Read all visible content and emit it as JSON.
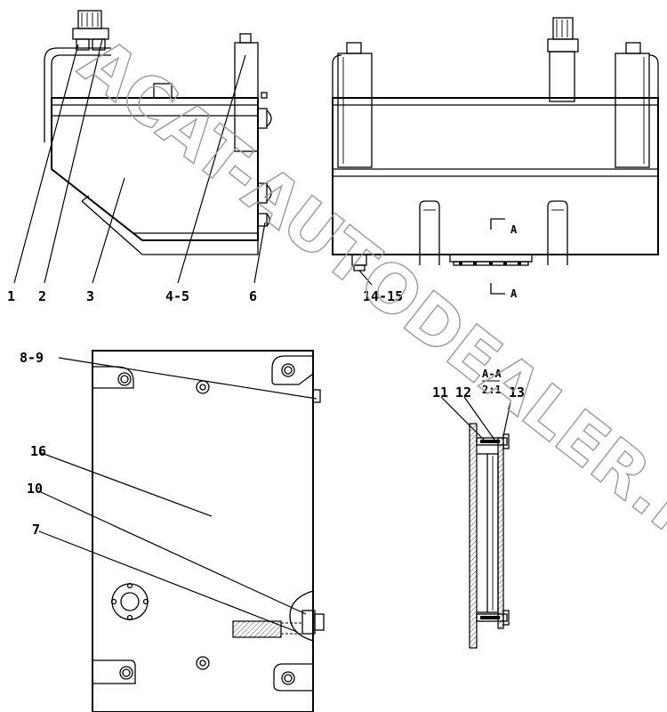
{
  "watermark": "ACAT-AUTODEALER.RU",
  "labels": {
    "l1": "1",
    "l2": "2",
    "l3": "3",
    "l4_5": "4-5",
    "l6": "6",
    "l14_15": "14-15",
    "l8_9": "8-9",
    "l16": "16",
    "l10": "10",
    "l7": "7",
    "l11": "11",
    "l12": "12",
    "l13": "13"
  },
  "section": {
    "marker_top": "A",
    "marker_bottom": "A",
    "title": "A-A",
    "scale": "2:1"
  }
}
